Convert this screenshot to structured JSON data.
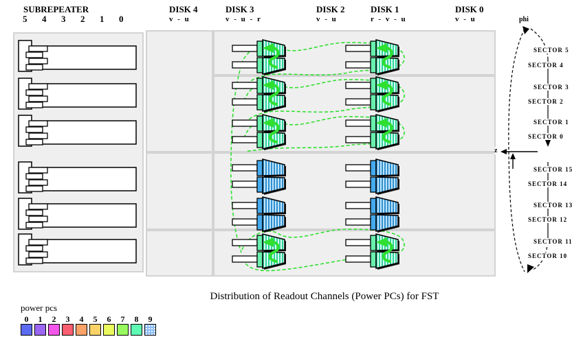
{
  "caption": "Distribution of Readout Channels (Power PCs) for FST",
  "header": {
    "subrepeater": {
      "label": "SUBREPEATER",
      "slots": [
        "5",
        "4",
        "3",
        "2",
        "1",
        "0"
      ]
    },
    "disks": [
      {
        "label": "DISK 4",
        "planes": "v - u"
      },
      {
        "label": "DISK 3",
        "planes": "v - u - r"
      },
      {
        "label": "DISK 2",
        "planes": "v - u"
      },
      {
        "label": "DISK 1",
        "planes": "r - v - u"
      },
      {
        "label": "DISK 0",
        "planes": "v - u"
      }
    ]
  },
  "axis": {
    "phi_label": "phi",
    "z_label": "z",
    "sectors_top": [
      "SECTOR 5",
      "SECTOR 4",
      "SECTOR 3",
      "SECTOR 2",
      "SECTOR 1",
      "SECTOR 0"
    ],
    "sectors_bottom": [
      "SECTOR 15",
      "SECTOR 14",
      "SECTOR 13",
      "SECTOR 12",
      "SECTOR 11",
      "SECTOR 10"
    ]
  },
  "legend": {
    "title": "power pcs",
    "items": [
      {
        "label": "0",
        "color": "#5b6bf2",
        "dotted": false
      },
      {
        "label": "1",
        "color": "#9b66f2",
        "dotted": false
      },
      {
        "label": "2",
        "color": "#f455ea",
        "dotted": false
      },
      {
        "label": "3",
        "color": "#f95f70",
        "dotted": false
      },
      {
        "label": "4",
        "color": "#fba267",
        "dotted": false
      },
      {
        "label": "5",
        "color": "#fbd267",
        "dotted": false
      },
      {
        "label": "6",
        "color": "#e9f95e",
        "dotted": false
      },
      {
        "label": "7",
        "color": "#97f95e",
        "dotted": false
      },
      {
        "label": "8",
        "color": "#5ef9b2",
        "dotted": false
      },
      {
        "label": "9",
        "color": "#8cbcf6",
        "dotted": true
      }
    ]
  },
  "modules": {
    "columns": [
      "DISK 3",
      "DISK 1"
    ],
    "rows": [
      {
        "sectors": "5/4",
        "power_pc": 8
      },
      {
        "sectors": "3/2",
        "power_pc": 8
      },
      {
        "sectors": "1/0",
        "power_pc": 8
      },
      {
        "sectors": "15/14",
        "power_pc": 9
      },
      {
        "sectors": "13/12",
        "power_pc": 9
      },
      {
        "sectors": "11/10",
        "power_pc": 8
      }
    ]
  },
  "colors": {
    "panel_fill": "#efefef",
    "panel_border": "#d3d3d3",
    "routing_green": "#2fe02f",
    "module_green_bar": "#69f0ae",
    "module_green_stripe": "#2fd09e",
    "module_blue_bar": "#45aaee",
    "module_blue_stripe": "#2f8fd0"
  }
}
